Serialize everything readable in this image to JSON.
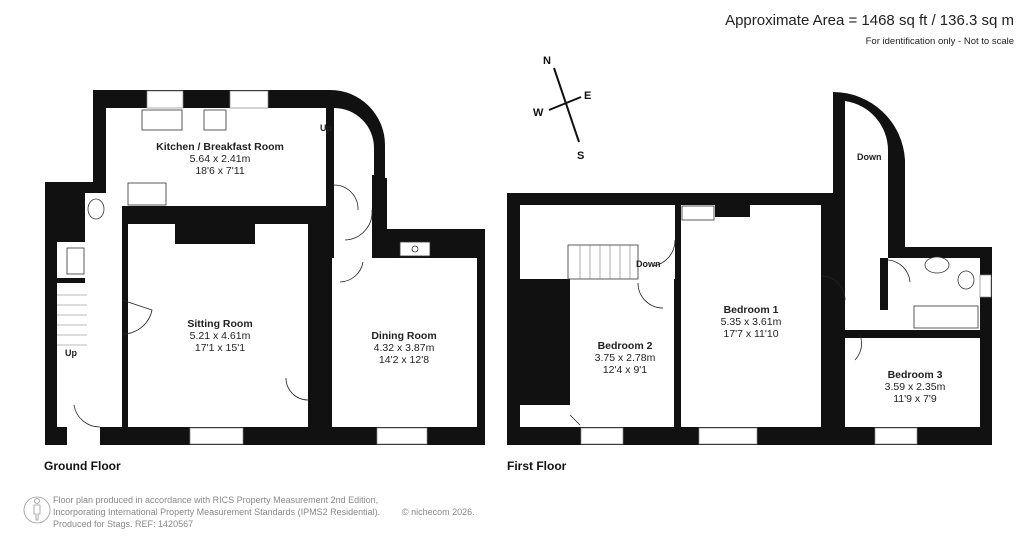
{
  "header": {
    "area": "Approximate Area = 1468 sq ft / 136.3 sq m",
    "disclaimer": "For identification only - Not to scale"
  },
  "compass": {
    "n": "N",
    "e": "E",
    "s": "S",
    "w": "W"
  },
  "ground_floor": {
    "label": "Ground Floor",
    "rooms": [
      {
        "name": "Kitchen / Breakfast Room",
        "metric": "5.64 x 2.41m",
        "imperial": "18'6 x 7'11"
      },
      {
        "name": "Sitting Room",
        "metric": "5.21 x 4.61m",
        "imperial": "17'1 x 15'1"
      },
      {
        "name": "Dining Room",
        "metric": "4.32 x 3.87m",
        "imperial": "14'2 x 12'8"
      }
    ],
    "stairs": [
      "Up",
      "Up"
    ]
  },
  "first_floor": {
    "label": "First Floor",
    "rooms": [
      {
        "name": "Bedroom 1",
        "metric": "5.35 x 3.61m",
        "imperial": "17'7 x 11'10"
      },
      {
        "name": "Bedroom 2",
        "metric": "3.75 x 2.78m",
        "imperial": "12'4 x 9'1"
      },
      {
        "name": "Bedroom 3",
        "metric": "3.59 x 2.35m",
        "imperial": "11'9 x 7'9"
      }
    ],
    "stairs": [
      "Down",
      "Down"
    ]
  },
  "footer": {
    "line1": "Floor plan produced in accordance with RICS Property Measurement 2nd Edition,",
    "line2": "Incorporating International Property Measurement Standards (IPMS2 Residential).",
    "copyright": "© nichecom 2026.",
    "line3": "Produced for Stags.   REF: 1420567"
  }
}
